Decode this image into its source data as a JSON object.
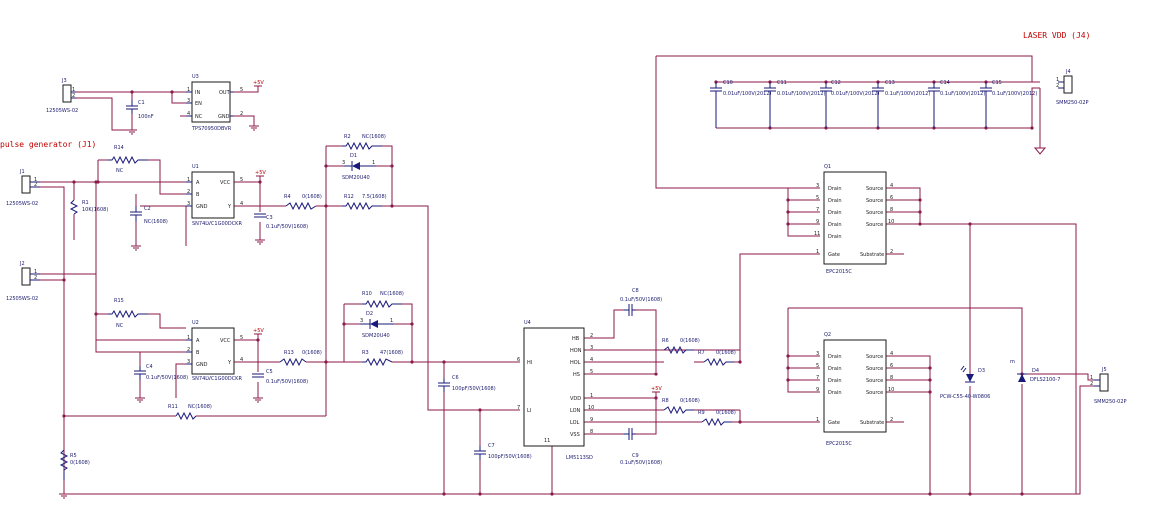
{
  "titles": {
    "laser_vdd": "LASER VDD  (J4)",
    "pulse_gen": "pulse generator (J1)"
  },
  "power_label": "+5V",
  "ics": {
    "u3": {
      "ref": "U3",
      "part": "TPS70950DBVR",
      "pins_left": [
        "1",
        "3",
        "4"
      ],
      "labels_left": [
        "IN",
        "EN",
        "NC"
      ],
      "pins_right": [
        "5",
        "2"
      ],
      "labels_right": [
        "OUT",
        "GND"
      ]
    },
    "u1": {
      "ref": "U1",
      "part": "SN74LVC1G00DCKR",
      "pins_left": [
        "1",
        "2",
        "3"
      ],
      "labels_left": [
        "A",
        "B",
        "GND"
      ],
      "pins_right": [
        "5",
        "4"
      ],
      "labels_right": [
        "VCC",
        "Y"
      ]
    },
    "u2": {
      "ref": "U2",
      "part": "SN74LVC1G00DCKR",
      "pins_left": [
        "1",
        "2",
        "3"
      ],
      "labels_left": [
        "A",
        "B",
        "GND"
      ],
      "pins_right": [
        "5",
        "4"
      ],
      "labels_right": [
        "VCC",
        "Y"
      ]
    },
    "u4": {
      "ref": "U4",
      "part": "LM5113SD",
      "pins_left": [
        "6",
        "7"
      ],
      "labels_left": [
        "HI",
        "LI"
      ],
      "pins_right": [
        "2",
        "3",
        "4",
        "5",
        "1",
        "10",
        "9",
        "8"
      ],
      "labels_right": [
        "HB",
        "HON",
        "HOL",
        "HS",
        "VDD",
        "LON",
        "LOL",
        "VSS"
      ],
      "pad": "11"
    },
    "q1": {
      "ref": "Q1",
      "part": "EPC2015C",
      "pins_left": [
        "3",
        "5",
        "7",
        "9",
        "11",
        "1"
      ],
      "labels_left": [
        "Drain",
        "Drain",
        "Drain",
        "Drain",
        "Drain",
        "Gate"
      ],
      "pins_right": [
        "4",
        "6",
        "8",
        "10",
        "2"
      ],
      "labels_right": [
        "Source",
        "Source",
        "Source",
        "Source",
        "Substrate"
      ]
    },
    "q2": {
      "ref": "Q2",
      "part": "EPC2015C",
      "pins_left": [
        "3",
        "5",
        "7",
        "9",
        "1"
      ],
      "labels_left": [
        "Drain",
        "Drain",
        "Drain",
        "Drain",
        "Gate"
      ],
      "pins_right": [
        "4",
        "6",
        "8",
        "10",
        "2"
      ],
      "labels_right": [
        "Source",
        "Source",
        "Source",
        "Source",
        "Substrate"
      ]
    }
  },
  "connectors": {
    "j3": {
      "ref": "J3",
      "part": "12505WS-02",
      "pins": [
        "1",
        "2"
      ]
    },
    "j1": {
      "ref": "J1",
      "part": "12505WS-02",
      "pins": [
        "1",
        "2"
      ]
    },
    "j2": {
      "ref": "J2",
      "part": "12505WS-02",
      "pins": [
        "1",
        "2"
      ]
    },
    "j4": {
      "ref": "J4",
      "part": "SMM250-02P",
      "pins": [
        "1",
        "2"
      ]
    },
    "j5": {
      "ref": "J5",
      "part": "SMM250-02P",
      "pins": [
        "1",
        "2"
      ]
    }
  },
  "passives": {
    "c1": {
      "ref": "C1",
      "value": "100nF"
    },
    "c2": {
      "ref": "C2",
      "value": "NC(1608)"
    },
    "c3": {
      "ref": "C3",
      "value": "0.1uF/50V(1608)"
    },
    "c4": {
      "ref": "C4",
      "value": "0.1uF/50V(1608)"
    },
    "c5": {
      "ref": "C5",
      "value": "0.1uF/50V(1608)"
    },
    "c6": {
      "ref": "C6",
      "value": "100pF/50V(1608)"
    },
    "c7": {
      "ref": "C7",
      "value": "100pF/50V(1608)"
    },
    "c8": {
      "ref": "C8",
      "value": "0.1uF/50V(1608)"
    },
    "c9": {
      "ref": "C9",
      "value": "0.1uF/50V(1608)"
    },
    "c10": {
      "ref": "C10",
      "value": "0.01uF/100V(2012)"
    },
    "c11": {
      "ref": "C11",
      "value": "0.01uF/100V(2012)"
    },
    "c12": {
      "ref": "C12",
      "value": "0.01uF/100V(2012)"
    },
    "c13": {
      "ref": "C13",
      "value": "0.1uF/100V(2012)"
    },
    "c14": {
      "ref": "C14",
      "value": "0.1uF/100V(2012)"
    },
    "c15": {
      "ref": "C15",
      "value": "0.1uF/100V(2012)"
    },
    "r1": {
      "ref": "R1",
      "value": "10K(1608)"
    },
    "r2": {
      "ref": "R2",
      "value": "NC(1608)"
    },
    "r3": {
      "ref": "R3",
      "value": "47(1608)"
    },
    "r4": {
      "ref": "R4",
      "value": "0(1608)"
    },
    "r5": {
      "ref": "R5",
      "value": "0(1608)"
    },
    "r6": {
      "ref": "R6",
      "value": "0(1608)"
    },
    "r7": {
      "ref": "R7",
      "value": "0(1608)"
    },
    "r8": {
      "ref": "R8",
      "value": "0(1608)"
    },
    "r9": {
      "ref": "R9",
      "value": "0(1608)"
    },
    "r10": {
      "ref": "R10",
      "value": "NC(1608)"
    },
    "r11": {
      "ref": "R11",
      "value": "NC(1608)"
    },
    "r12": {
      "ref": "R12",
      "value": "7.5(1608)"
    },
    "r13": {
      "ref": "R13",
      "value": "0(1608)"
    },
    "r14": {
      "ref": "R14",
      "value": "NC"
    },
    "r15": {
      "ref": "R15",
      "value": "NC"
    }
  },
  "diodes": {
    "d1": {
      "ref": "D1",
      "part": "SDM20U40",
      "pins": [
        "3",
        "1"
      ]
    },
    "d2": {
      "ref": "D2",
      "part": "SDM20U40",
      "pins": [
        "3",
        "1"
      ]
    },
    "d3": {
      "ref": "D3",
      "part": "PCW-C55-40-W0806"
    },
    "d4": {
      "ref": "D4",
      "part": "DFLS2100-7",
      "mark": "m"
    }
  }
}
